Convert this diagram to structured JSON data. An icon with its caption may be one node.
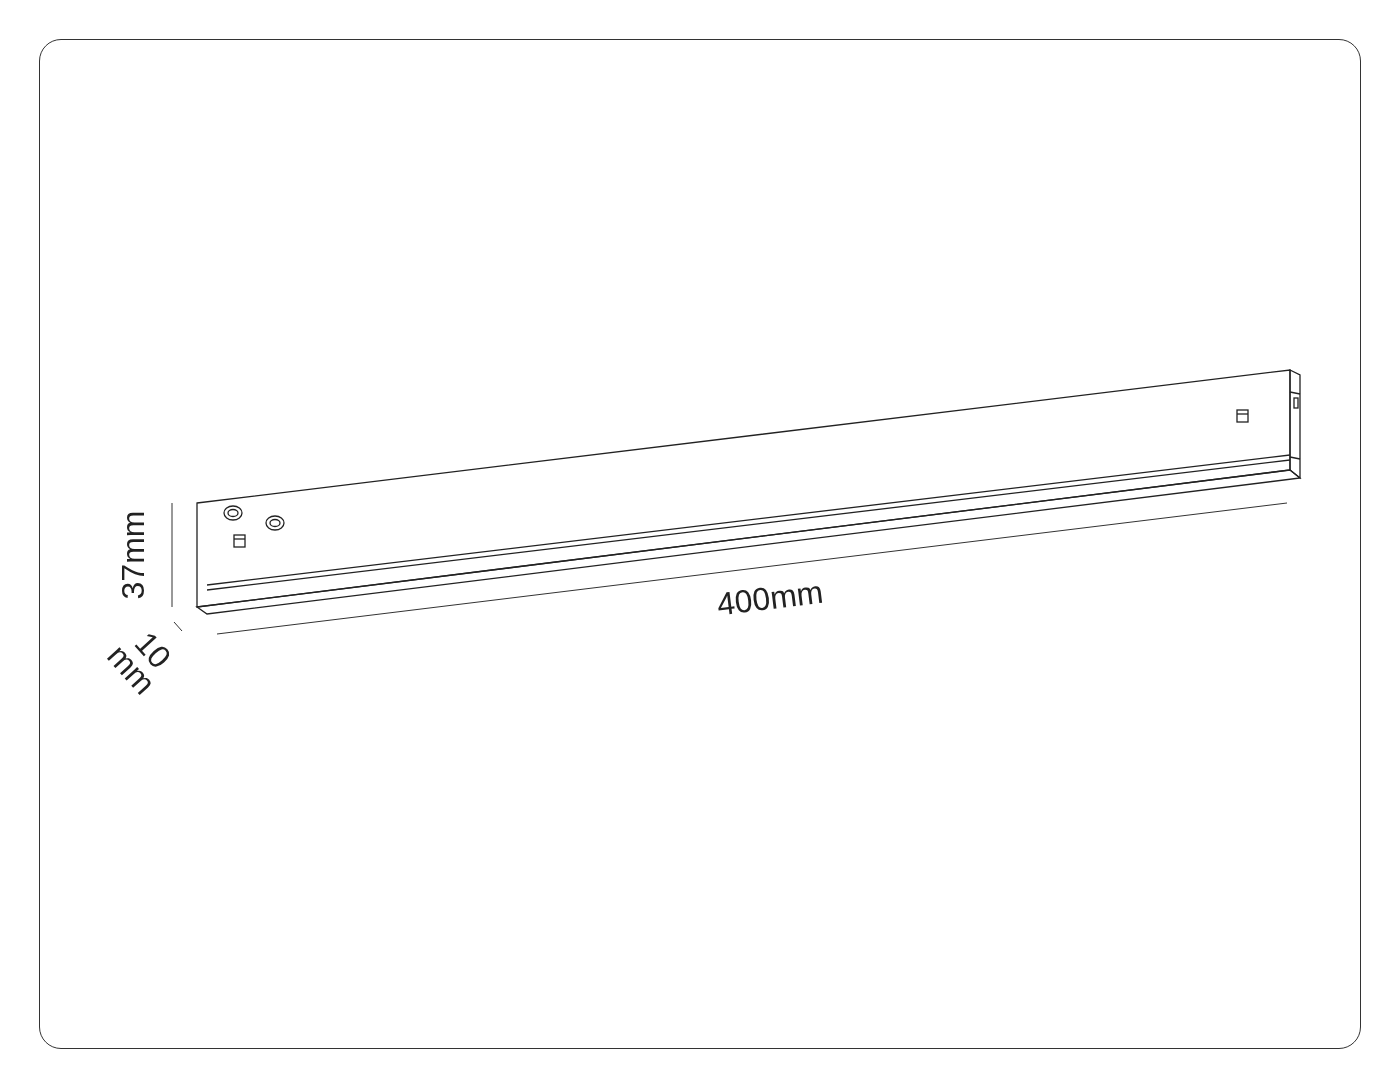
{
  "diagram": {
    "labels": [
      "37mm",
      "400mm",
      "10 mm"
    ]
  }
}
